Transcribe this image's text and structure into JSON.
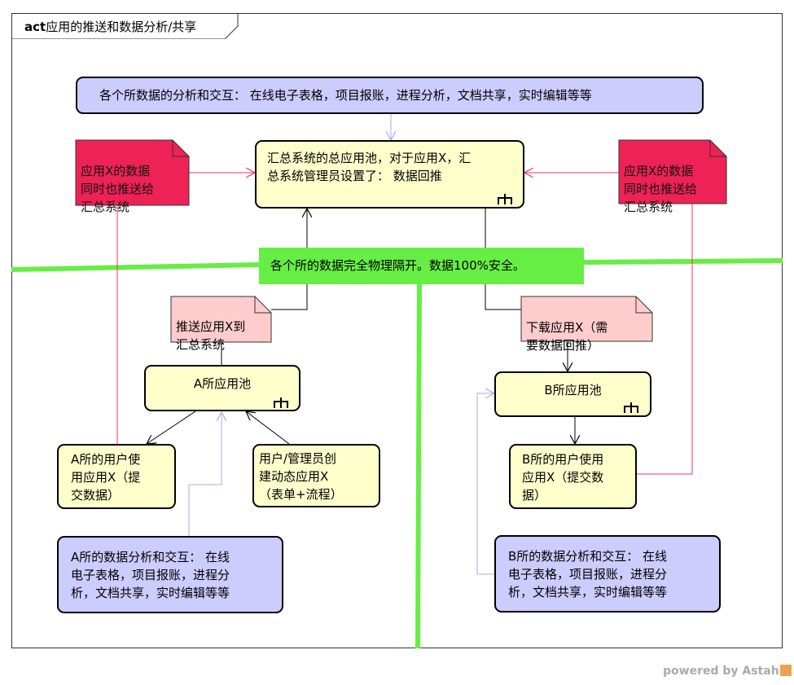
{
  "diagram": {
    "title_keyword": "act",
    "title": "应用的推送和数据分析/共享",
    "top_banner": "各个所数据的分析和交互：  在线电子表格，项目报账，进程分析，文档共享，实时编辑等等",
    "central_pool": "汇总系统的总应用池，对于应用X，汇\n总系统管理员设置了：  数据回推",
    "note_left": "应用X的数据\n同时也推送给\n汇总系统",
    "note_right": "应用X的数据\n同时也推送给\n汇总系统",
    "isolation_label": "各个所的数据完全物理隔开。数据100%安全。",
    "note_push": "推送应用X到\n汇总系统",
    "note_download": "下载应用X（需\n要数据回推）",
    "pool_a": "A所应用池",
    "pool_b": "B所应用池",
    "users_a": "A所的用户使\n用应用X（提\n交数据）",
    "admin_create": "用户/管理员创\n建动态应用X\n（表单+流程）",
    "users_b": "B所的用户使用\n应用X（提交数\n据）",
    "analysis_a": "A所的数据分析和交互：  在线\n电子表格，项目报账，进程分\n析，文档共享，实时编辑等等",
    "analysis_b": "B所的数据分析和交互：  在线\n电子表格，项目报账，进程分\n析，文档共享，实时编辑等等"
  },
  "footer": {
    "powered_by": "powered by Astah"
  },
  "colors": {
    "action_fill": "#ffffcc",
    "analysis_fill": "#ccccff",
    "data_note_fill": "#ee2255",
    "flow_note_fill": "#ffcccc",
    "divider": "#66ee44",
    "pink_line": "#ee3366",
    "dependency_line": "#aaaaee"
  }
}
